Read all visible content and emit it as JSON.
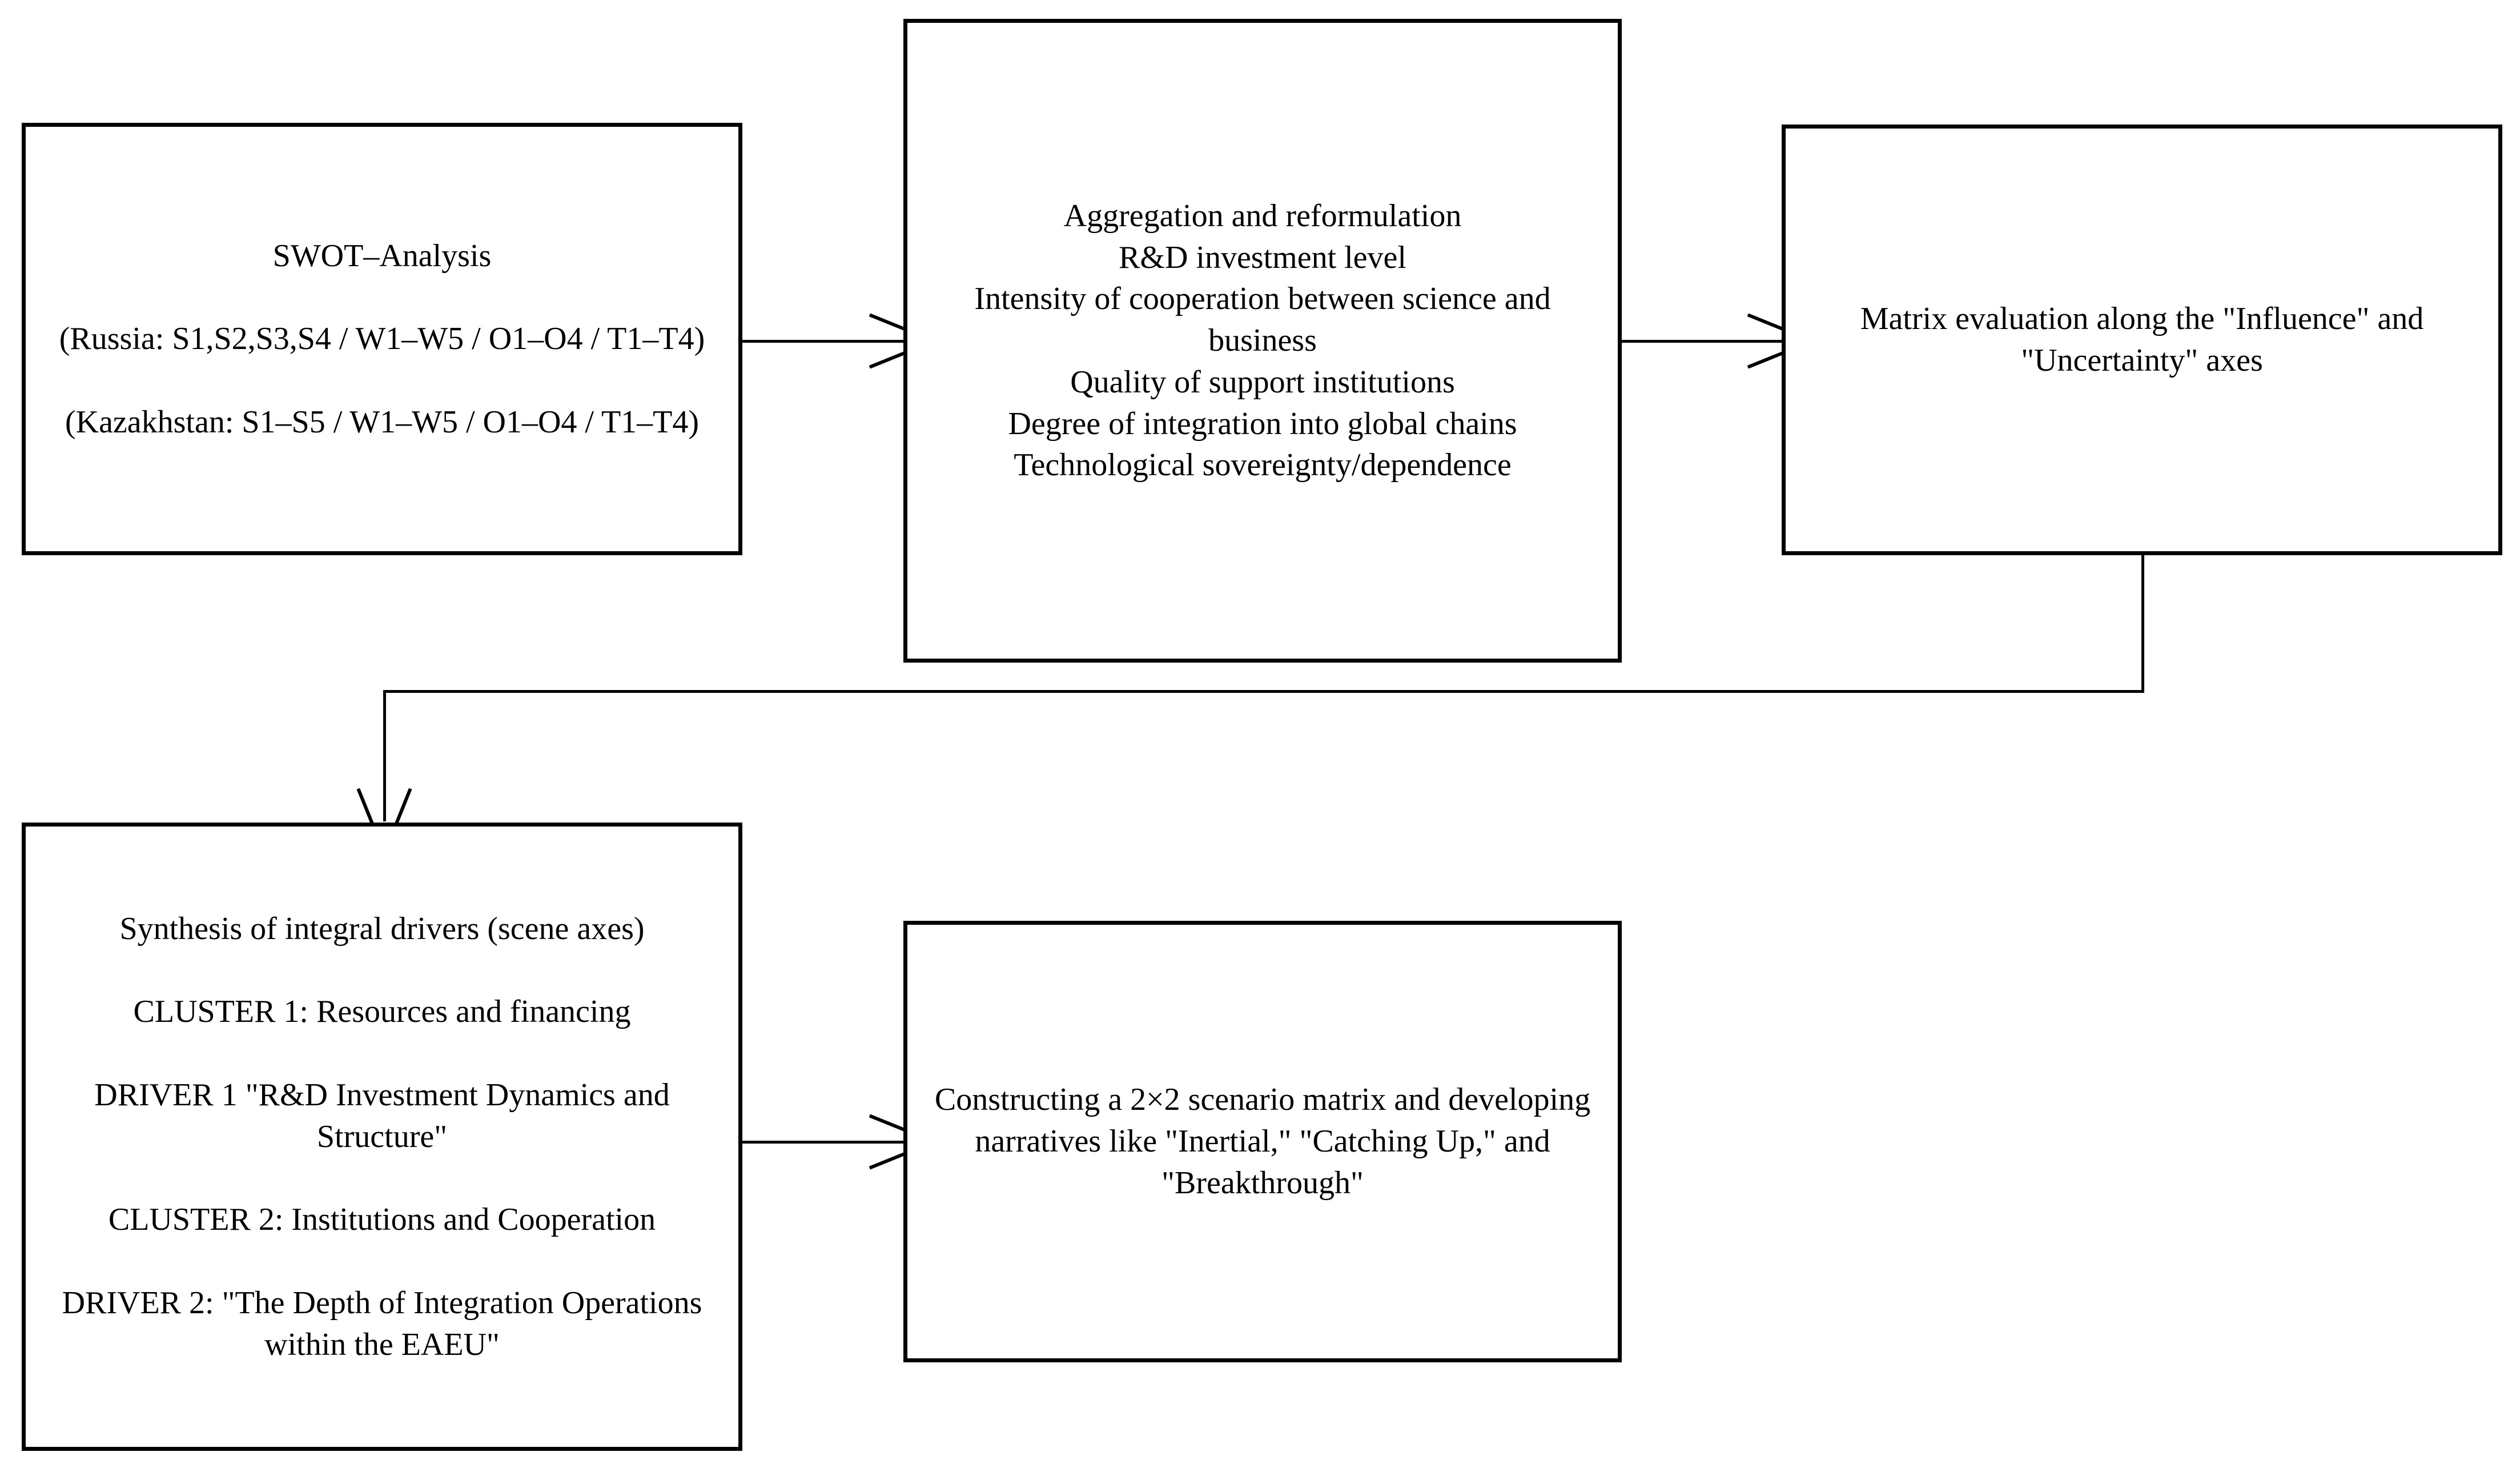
{
  "diagram": {
    "title": "SWOT to scenario matrix methodology flow",
    "colors": {
      "background": "#ffffff",
      "border": "#000000",
      "text": "#000000",
      "connector": "#000000"
    },
    "nodes": [
      {
        "id": "swot",
        "name": "swot-analysis",
        "text": "SWOT–Analysis\n\n(Russia: S1,S2,S3,S4 / W1–W5 / O1–O4 / T1–T4)\n\n(Kazakhstan:  S1–S5 / W1–W5 / O1–O4 / T1–T4)"
      },
      {
        "id": "factors",
        "name": "factor-aggregation",
        "text": "Aggregation  and reformulation\nR&D  investment  level\nIntensity  of cooperation between science and business\nQuality  of support institutions\nDegree of integration  into global chains\nTechnological sovereignty/dependence"
      },
      {
        "id": "matrix",
        "name": "matrix-evaluation",
        "text": "Matrix evaluation along the \"Influence\" and \"Uncertainty\"  axes"
      },
      {
        "id": "drivers",
        "name": "driver-synthesis",
        "text": "Synthesis  of integral drivers (scene axes)\n\nCLUSTER  1: Resources and financing\n\nDRIVER  1 \"R&D Investment Dynamics  and Structure\"\n\nCLUSTER  2: Institutions  and Cooperation\n\nDRIVER  2: \"The Depth of Integration Operations within the EAEU\""
      },
      {
        "id": "scenarios",
        "name": "scenario-matrix-construction",
        "text": "Constructing  a 2×2 scenario matrix and developing narratives like \"Inertial,\" \"Catching Up,\" and \"Breakthrough\""
      }
    ],
    "edges": [
      {
        "id": "e1",
        "name": "edge-swot-to-factors",
        "from": "swot",
        "to": "factors",
        "style": "straight-right"
      },
      {
        "id": "e2",
        "name": "edge-factors-to-matrix",
        "from": "factors",
        "to": "matrix",
        "style": "straight-right"
      },
      {
        "id": "e3",
        "name": "edge-matrix-to-drivers",
        "from": "matrix",
        "to": "drivers",
        "style": "elbow-down-left-down"
      },
      {
        "id": "e4",
        "name": "edge-drivers-to-scenarios",
        "from": "drivers",
        "to": "scenarios",
        "style": "straight-right"
      }
    ]
  }
}
